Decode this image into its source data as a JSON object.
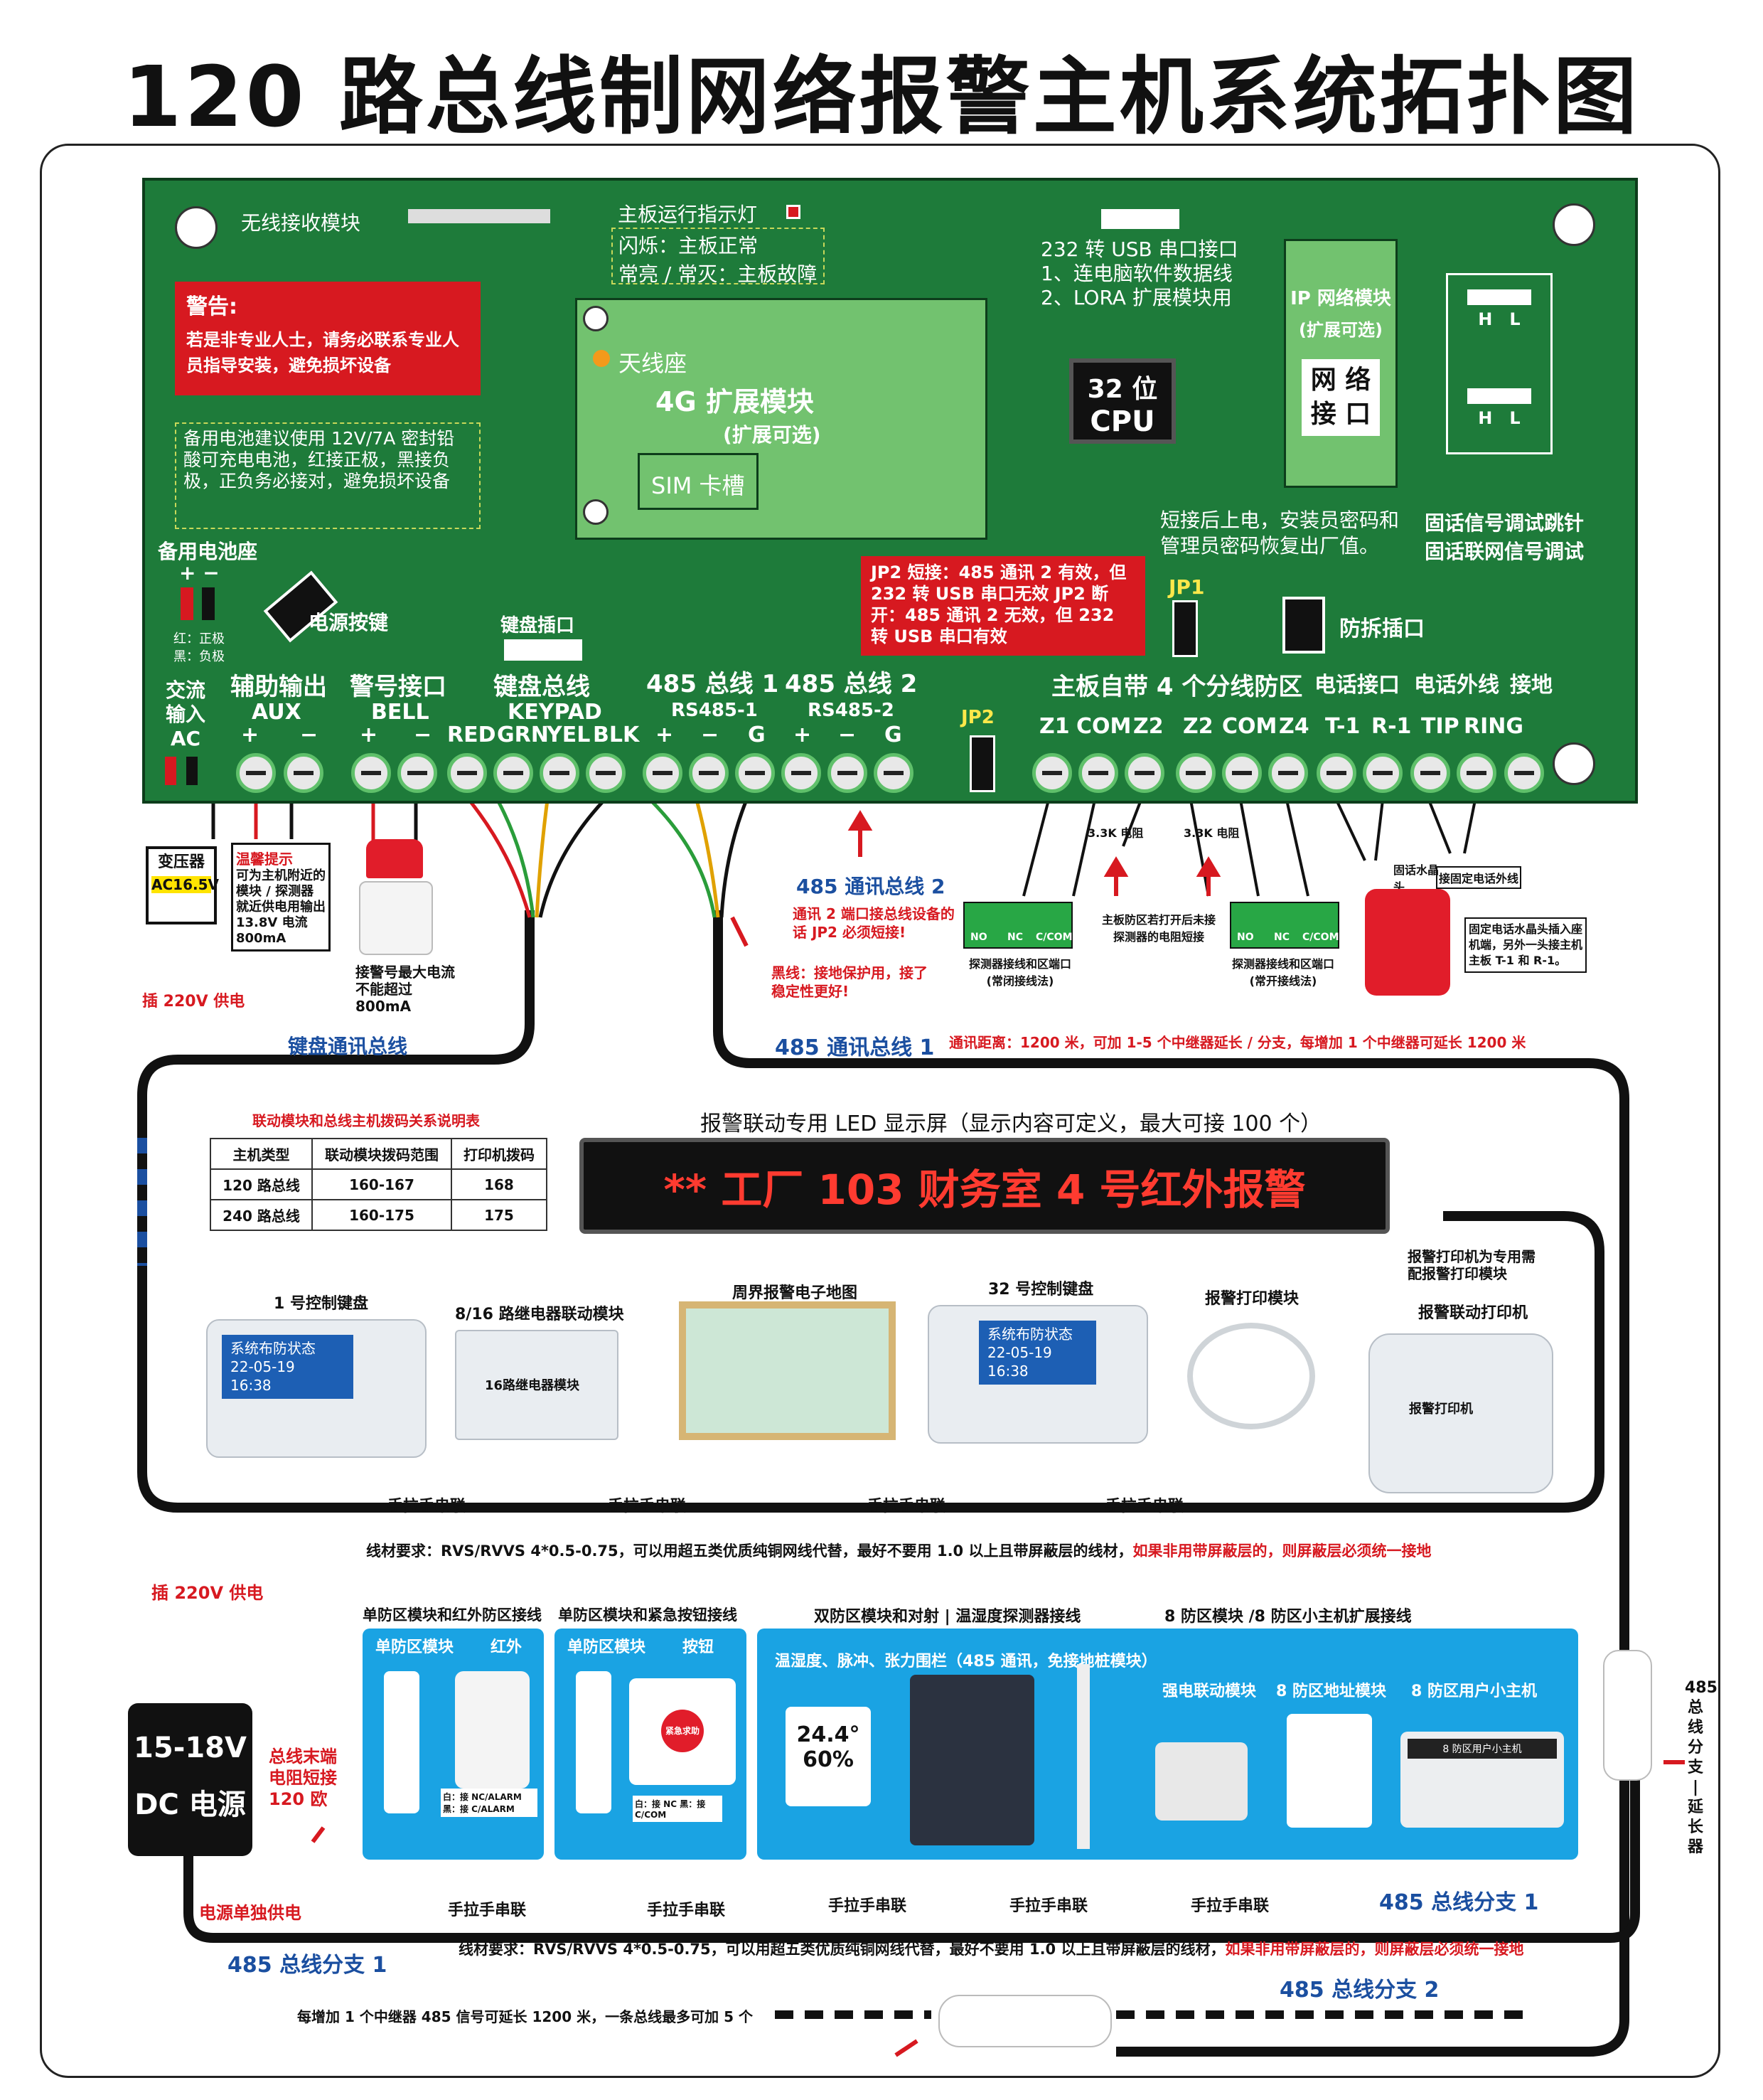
{
  "title": "120 路总线制网络报警主机系统拓扑图",
  "board": {
    "wireless_module": "无线接收模块",
    "run_led_title": "主板运行指示灯",
    "run_led_desc1": "闪烁：主板正常",
    "run_led_desc2": "常亮 / 常灭：主板故障",
    "warning_title": "警告:",
    "warning_text": "若是非专业人士，请务必联系专业人员指导安装，避免损坏设备",
    "battery_note": "备用电池建议使用 12V/7A 密封铅酸可充电电池，红接正极，黑接负极，正负务必接对，避免损坏设备",
    "battery_seat": "备用电池座",
    "battery_pm": "+ −",
    "battery_red": "红：正极",
    "battery_black": "黑：负极",
    "power_key": "电源按键",
    "antenna": "天线座",
    "module_4g": "4G 扩展模块",
    "module_4g_opt": "(扩展可选)",
    "sim": "SIM 卡槽",
    "usb_title": "232 转 USB 串口接口",
    "usb_1": "1、连电脑软件数据线",
    "usb_2": "2、LORA 扩展模块用",
    "cpu_1": "32 位",
    "cpu_2": "CPU",
    "ip_title": "IP 网络模块",
    "ip_opt": "(扩展可选)",
    "net_port": "网 络 接 口",
    "hl": "H　L",
    "phone_debug_1": "固话信号调试跳针",
    "phone_debug_2": "固话联网信号调试",
    "reset_note": "短接后上电，安装员密码和管理员密码恢复出厂值。",
    "jp1": "JP1",
    "tamper": "防拆插口",
    "keyboard_socket": "键盘插口",
    "jp2_note": "JP2 短接：485 通讯 2 有效，但 232 转 USB 串口无效 JP2 断开：485 通讯 2 无效，但 232 转 USB 串口有效",
    "jp2": "JP2",
    "ac_input": "交流 输入 AC",
    "aux_title": "辅助输出",
    "aux": "AUX",
    "bell_title": "警号接口",
    "bell": "BELL",
    "kp_title": "键盘总线",
    "kp": "KEYPAD",
    "red_lbl": "RED",
    "grn_lbl": "GRN",
    "yel_lbl": "YEL",
    "blk_lbl": "BLK",
    "bus1_title": "485 总线 1",
    "rs1": "RS485-1",
    "bus2_title": "485 总线 2",
    "rs2": "RS485-2",
    "zone_title": "主板自带 4 个分线防区",
    "z1": "Z1",
    "com": "COM",
    "z2": "Z2",
    "z4": "Z4",
    "tel_title": "电话接口",
    "t1": "T-1",
    "r1": "R-1",
    "tel_out_title": "电话外线",
    "tip": "TIP",
    "ring": "RING",
    "gnd_title": "接地",
    "plus": "+",
    "minus": "−",
    "g": "G"
  },
  "lower_left": {
    "transformer": "变压器",
    "ac16": "AC16.5V",
    "plug220": "插 220V 供电",
    "tip_title": "温馨提示",
    "tip_text": "可为主机附近的模块 / 探测器就近供电用输出 13.8V 电流 800mA",
    "siren_note": "接警号最大电流不能超过 800mA",
    "kb_bus": "键盘通讯总线"
  },
  "bus_notes": {
    "bus2_label": "485 通讯总线 2",
    "bus2_note": "通讯 2 端口接总线设备的话 JP2 必须短接!",
    "black_note": "黑线：接地保护用，接了稳定性更好!",
    "bus1_label": "485 通讯总线 1",
    "distance": "通讯距离：1200 米，可加 1-5 个中继器延长 / 分支，每增加 1 个中继器可延长 1200 米",
    "resistor": "3.3K 电阻",
    "resistor_note": "主板防区若打开后未接探测器的电阻短接",
    "no": "NO",
    "nc": "NC",
    "ccom": "C/COM",
    "detector_nc": "探测器接线和区端口 (常闭接线法)",
    "detector_no": "探测器接线和区端口 (常开接线法)",
    "crystal": "固话水晶头",
    "fixed_line": "接固定电话外线",
    "phone_note": "固定电话水晶头插入座机端，另外一头接主机主板 T-1 和 R-1。"
  },
  "table": {
    "caption": "联动模块和总线主机拨码关系说明表",
    "headers": [
      "主机类型",
      "联动模块拨码范围",
      "打印机拨码"
    ],
    "rows": [
      [
        "120 路总线",
        "160-167",
        "168"
      ],
      [
        "240 路总线",
        "160-175",
        "175"
      ]
    ]
  },
  "led": {
    "caption": "报警联动专用 LED 显示屏（显示内容可定义，最大可接 100 个）",
    "text": "** 工厂 103 财务室 4 号红外报警"
  },
  "devices": {
    "kb1": "1 号控制键盘",
    "relay": "8/16 路继电器联动模块",
    "relay_inner": "16路继电器模块",
    "map": "周界报警电子地图",
    "kb32": "32 号控制键盘",
    "print_mod": "报警打印模块",
    "printer_note": "报警打印机为专用需配报警打印模块",
    "printer": "报警联动打印机",
    "printer_inner": "报警打印机",
    "screen1": "系统布防状态",
    "screen2": "22-05-19　16:38",
    "chain": "手拉手串联",
    "wire_req": "线材要求：RVS/RVVS  4*0.5-0.75，可以用超五类优质纯铜网线代替，最好不要用 1.0 以上且带屏蔽层的线材，",
    "wire_req_red": "如果非用带屏蔽层的，则屏蔽层必须统一接地"
  },
  "lower": {
    "plug220": "插 220V 供电",
    "dc_1": "15-18V",
    "dc_2": "DC 电源",
    "end_res": "总线末端电阻短接 120 欧",
    "power_sep": "电源单独供电",
    "branch1": "485 总线分支 1",
    "branch2": "485 总线分支 2",
    "p1_title": "单防区模块和红外防区接线",
    "p1_a": "单防区模块",
    "p1_b": "红外",
    "p1_note": "白：接 NC/ALARM 黑：接 C/ALARM",
    "p2_title": "单防区模块和紧急按钮接线",
    "p2_a": "单防区模块",
    "p2_b": "按钮",
    "p2_note": "白：接 NC 黑：接 C/COM",
    "p2_btn": "紧急求助",
    "p3_title": "双防区模块和对射 | 温湿度探测器接线",
    "p3_note": "温湿度、脉冲、张力围栏（485 通讯，免接地桩模块）",
    "p3_temp": "24.4°",
    "p3_hum": "60%",
    "p4_title": "8 防区模块 /8 防区小主机扩展接线",
    "p4_a": "强电联动模块",
    "p4_b": "8 防区地址模块",
    "p4_c": "8 防区用户小主机",
    "p4_screen": "8 防区用户小主机",
    "side": "485 总线分支 | 延长器",
    "repeater_note": "每增加 1 个中继器 485 信号可延长 1200 米，一条总线最多可加 5 个"
  },
  "colors": {
    "board": "#1e7b3a",
    "alarm_red": "#d71920",
    "bus_blue": "#1b4fa0",
    "panel_blue": "#1aa3e3"
  }
}
